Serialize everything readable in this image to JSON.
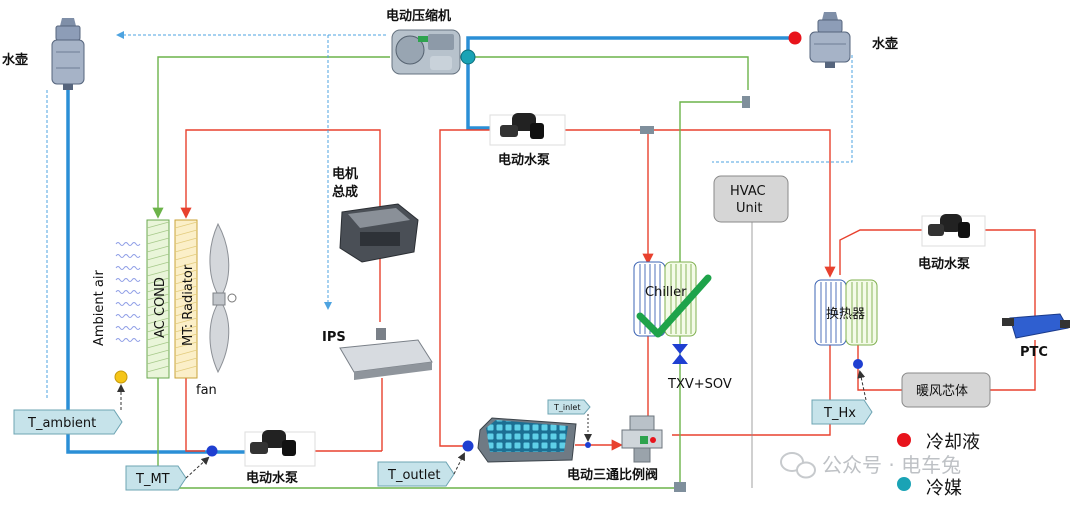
{
  "labels": {
    "compressor": "电动压缩机",
    "kettle_left": "水壶",
    "kettle_right": "水壶",
    "pump_top": "电动水泵",
    "motor_line1": "电机",
    "motor_line2": "总成",
    "hvac_line1": "HVAC",
    "hvac_line2": "Unit",
    "chiller": "Chiller",
    "txv": "TXV+SOV",
    "pump_right": "电动水泵",
    "exchanger": "换热器",
    "ptc": "PTC",
    "heater_core": "暖风芯体",
    "ips": "IPS",
    "ambient_air": "Ambient air",
    "ac_cond": "AC COND",
    "radiator": "MT: Radiator",
    "fan": "fan",
    "pump_bottom": "电动水泵",
    "valve": "电动三通比例阀"
  },
  "sensors": {
    "t_ambient": "T_ambient",
    "t_mt": "T_MT",
    "t_outlet": "T_outlet",
    "t_inlet": "T_inlet",
    "t_hx": "T_Hx"
  },
  "legend": {
    "coolant": "冷却液",
    "refrigerant": "冷媒",
    "coolant_color": "#e8141c",
    "refrigerant_color": "#1aa3b5"
  },
  "watermark": "公众号 · 电车兔",
  "colors": {
    "coolant_line": "#e8412e",
    "refrigerant_line": "#2b8fd6",
    "green_line": "#6cb34a",
    "dashed_line": "#4da3e0",
    "sensor_box": "#c6e3ea",
    "check_mark": "#1ea34a"
  }
}
